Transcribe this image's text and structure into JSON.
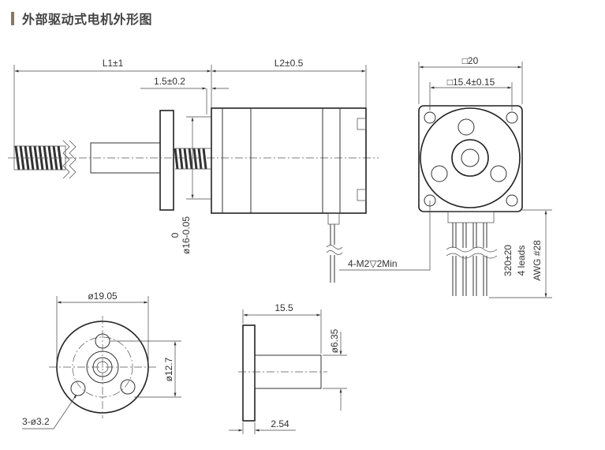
{
  "header": {
    "title": "外部驱动式电机外形图"
  },
  "dims": {
    "l1": "L1±1",
    "l2": "L2±0.5",
    "gap": "1.5±0.2",
    "square_outer": "□20",
    "square_inner": "□15.4±0.15",
    "tol_upper": "0",
    "shaft_dia": "ø16-0.05",
    "thread": "4-M2▽2Min",
    "wire_len": "320±20",
    "leads": "4 leads",
    "awg": "AWG #28",
    "nut_dia": "ø19.05",
    "bolt_circle": "ø12.7",
    "holes": "3-ø3.2",
    "nut_len": "15.5",
    "nut_shaft": "ø6.35",
    "flange_thk": "2.54"
  }
}
